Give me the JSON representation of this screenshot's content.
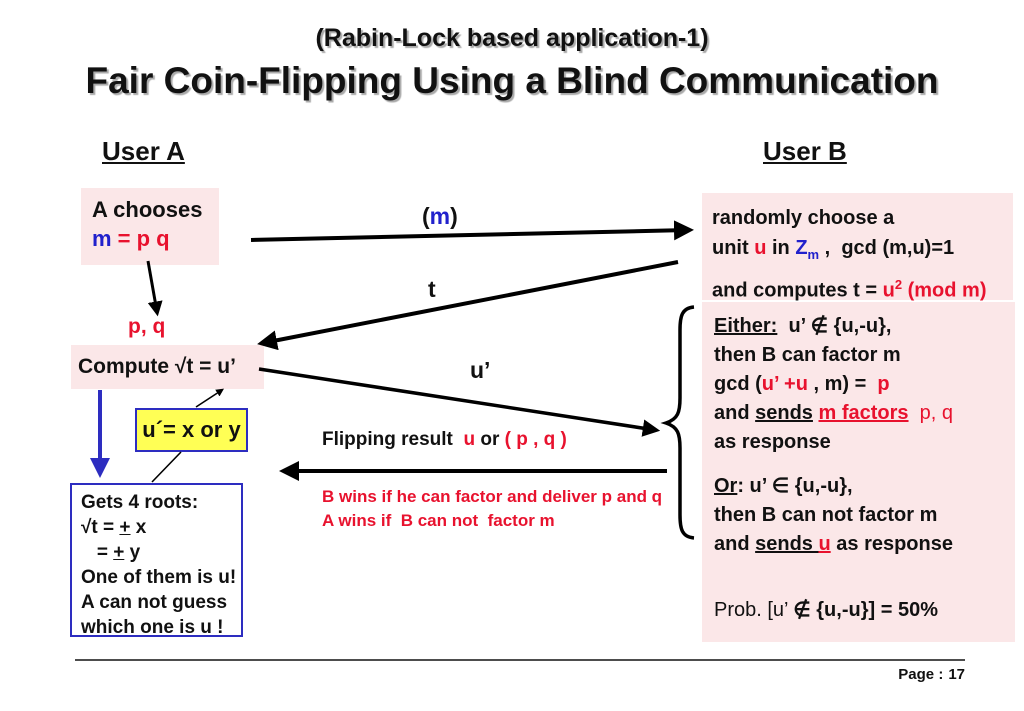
{
  "slide": {
    "kicker": "(Rabin-Lock based application-1)",
    "title": "Fair Coin-Flipping Using a Blind Communication"
  },
  "colors": {
    "accent_red": "#e8122e",
    "accent_blue": "#2121cc",
    "box_pink": "#fbe7e8",
    "box_yellow": "#ffff55",
    "border_blue": "#2d2dc0"
  },
  "user_a": {
    "header": "User A",
    "choose": {
      "l1": "A chooses",
      "m": "m",
      "eq_pq": " = p q"
    },
    "pq": "p, q",
    "compute": "Compute √t = u’",
    "hint": "u´= x or y",
    "roots": {
      "l1": "Gets 4 roots:",
      "l2a": "√t = ",
      "l2b": "+",
      "l2c": " x",
      "l3a": "   = ",
      "l3b": "+",
      "l3c": " y",
      "l4": "One of them is u!",
      "l5": "A can not guess",
      "l6": "which one is u !"
    }
  },
  "user_b": {
    "header": "User B",
    "choose": {
      "l1": "randomly choose a",
      "l2a": "unit ",
      "l2b": "u",
      "l2c": " in ",
      "l2d": "Z",
      "l2e": "m",
      "l2f": " ,  gcd (m,u)=1",
      "l3a": "and computes t = ",
      "l3b": "u",
      "l3c": "2",
      "l3d": " (mod m)"
    },
    "either": {
      "label": "Either:",
      "head": "  u’ ∉ {u,-u},",
      "l2": "then B can factor m",
      "l3a": "gcd (",
      "l3b": "u’ +u",
      "l3c": " , m) =  ",
      "l3d": "p",
      "l4a": "and ",
      "l4b": "sends",
      "l4c": " ",
      "l4d": "m factors",
      "l4e": "  p, q",
      "l5": "as response"
    },
    "or": {
      "label": "Or",
      "head": ": u’ ∈ {u,-u},",
      "l2": "then B can not factor m",
      "l3a": "and ",
      "l3b": "sends ",
      "l3c": "u",
      "l3d": " as response"
    },
    "prob": {
      "a": "Prob. [u’ ",
      "b": "∉ {u,-u}] = 50%"
    }
  },
  "messages": {
    "m_open": "(",
    "m": "m",
    "m_close": ")",
    "t": "t",
    "u_prime": "u’",
    "flip_a": "Flipping result  ",
    "flip_b": "u",
    "flip_c": " or ",
    "flip_d": "( p , q )",
    "win_b": "B wins if he can factor and deliver p and q",
    "win_a": "A wins if  B can not  factor m"
  },
  "footer": {
    "page_label": "Page :",
    "page_number": "17"
  }
}
